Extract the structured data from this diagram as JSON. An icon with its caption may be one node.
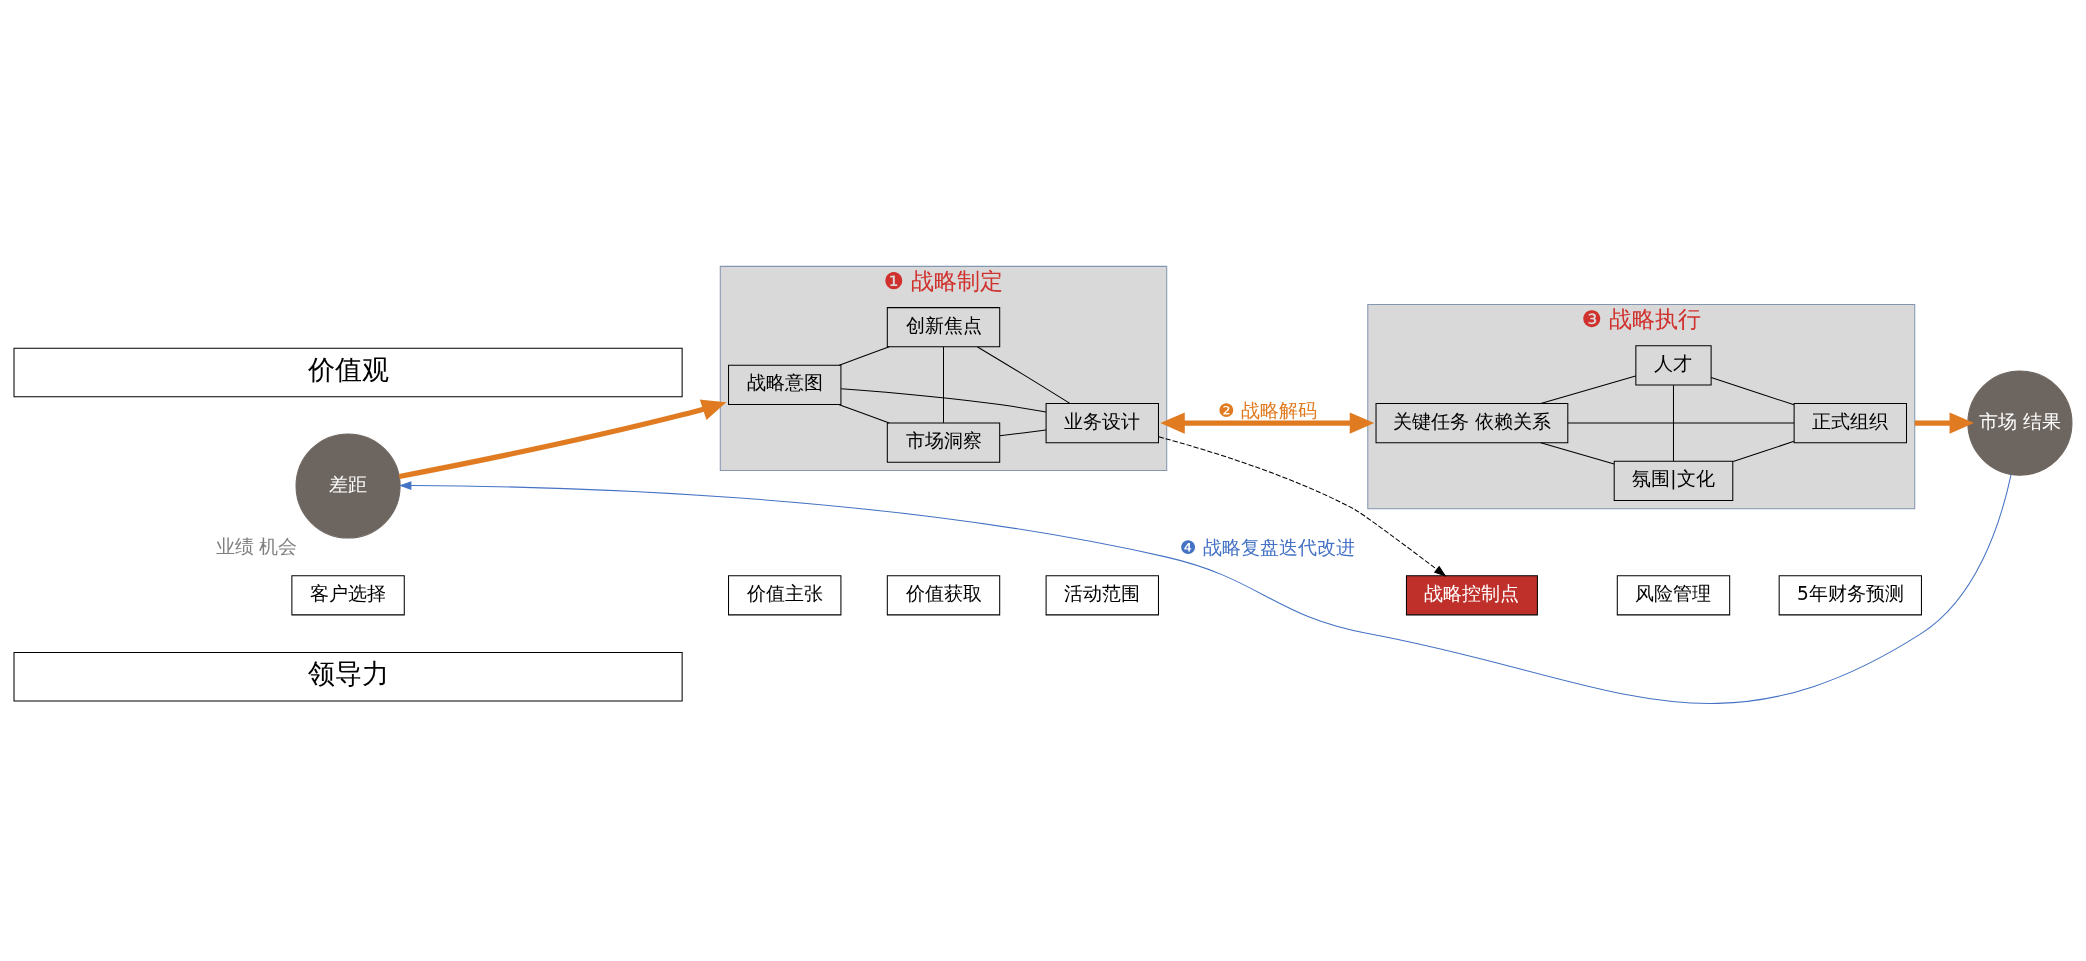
{
  "diagram": {
    "nodes": [
      {
        "text": [
          "领导力"
        ]
      },
      {
        "text": [
          "❶ 战略制定"
        ]
      },
      {
        "text": [
          "市场洞察"
        ],
        "in": 1
      },
      {
        "text": [
          "战略意图"
        ],
        "in": 1
      },
      {
        "text": [
          "业务设计"
        ],
        "in": 1
      },
      {
        "text": [
          "创新焦点"
        ],
        "in": 1
      },
      {
        "text": [
          "❸ 战略执行"
        ]
      },
      {
        "text": [
          "氛围|文化"
        ],
        "in": 6
      },
      {
        "text": [
          "关键任务 依赖关系"
        ],
        "in": 6
      },
      {
        "text": [
          "正式组织"
        ],
        "in": 6
      },
      {
        "text": [
          "人才"
        ],
        "in": 6
      },
      {
        "text": [
          "价值观"
        ]
      },
      {
        "text": [
          "差距"
        ],
        "beside": [
          "业绩 机会"
        ]
      },
      {
        "text": [
          "市场 结果"
        ]
      },
      {
        "text": [
          "客户选择"
        ]
      },
      {
        "text": [
          "价值主张"
        ]
      },
      {
        "text": [
          "价值获取"
        ]
      },
      {
        "text": [
          "活动范围"
        ]
      },
      {
        "text": [
          "战略控制点"
        ]
      },
      {
        "text": [
          "风险管理"
        ]
      },
      {
        "text": [
          "5年财务预测"
        ]
      }
    ],
    "edges": [
      {
        "from": 12,
        "to": 1,
        "arrow": "to",
        "style": "thick",
        "color": "#e07b22"
      },
      {
        "from": 1,
        "to": 6,
        "arrow": "both",
        "label": "❷ 战略解码",
        "style": "thick",
        "color": "#e07b22"
      },
      {
        "from": 6,
        "to": 13,
        "arrow": "to",
        "style": "thick",
        "color": "#e07b22"
      },
      {
        "from": 13,
        "to": 12,
        "arrow": "to",
        "label": "❹ 战略复盘迭代改进",
        "color": "#4472c4"
      },
      {
        "from": 2,
        "to": 3,
        "arrow": "none"
      },
      {
        "from": 2,
        "to": 4,
        "arrow": "none"
      },
      {
        "from": 3,
        "to": 5,
        "arrow": "none"
      },
      {
        "from": 4,
        "to": 5,
        "arrow": "none"
      },
      {
        "from": 2,
        "to": 5,
        "arrow": "none"
      },
      {
        "from": 3,
        "to": 4,
        "arrow": "none"
      },
      {
        "from": 7,
        "to": 8,
        "arrow": "none"
      },
      {
        "from": 7,
        "to": 9,
        "arrow": "none"
      },
      {
        "from": 8,
        "to": 10,
        "arrow": "none"
      },
      {
        "from": 9,
        "to": 10,
        "arrow": "none"
      },
      {
        "from": 7,
        "to": 10,
        "arrow": "none"
      },
      {
        "from": 8,
        "to": 9,
        "arrow": "none"
      },
      {
        "from": 4,
        "to": 18,
        "arrow": "to",
        "style": "dashed"
      }
    ]
  }
}
